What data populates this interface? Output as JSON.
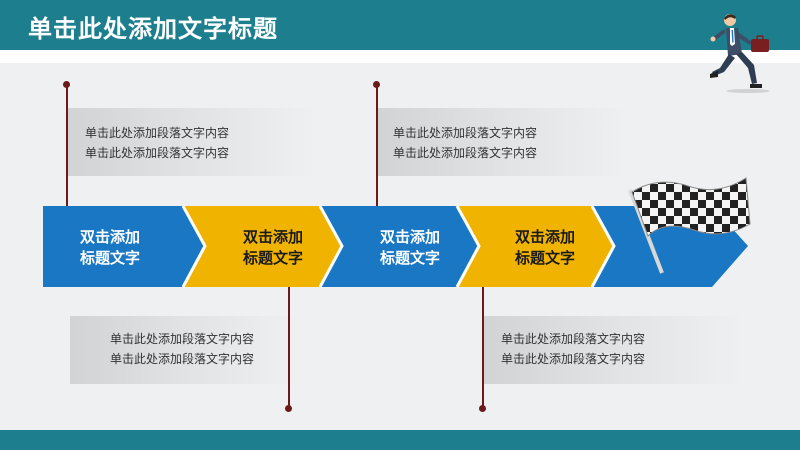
{
  "slide": {
    "title": "单击此处添加文字标题",
    "steps": [
      {
        "label_line1": "双击添加",
        "label_line2": "标题文字",
        "color": "#1a77c4"
      },
      {
        "label_line1": "双击添加",
        "label_line2": "标题文字",
        "color": "#f0b400"
      },
      {
        "label_line1": "双击添加",
        "label_line2": "标题文字",
        "color": "#1a77c4"
      },
      {
        "label_line1": "双击添加",
        "label_line2": "标题文字",
        "color": "#f0b400"
      }
    ],
    "callouts": [
      {
        "line1": "单击此处添加段落文字内容",
        "line2": "单击此处添加段落文字内容"
      },
      {
        "line1": "单击此处添加段落文字内容",
        "line2": "单击此处添加段落文字内容"
      },
      {
        "line1": "单击此处添加段落文字内容",
        "line2": "单击此处添加段落文字内容"
      },
      {
        "line1": "单击此处添加段落文字内容",
        "line2": "单击此处添加段落文字内容"
      }
    ]
  },
  "colors": {
    "header": "#1d7f8e",
    "blue": "#1a77c4",
    "yellow": "#f0b400",
    "connector": "#6b1a1a"
  },
  "icons": [
    "runner-businessman-icon",
    "checkered-flag-icon"
  ]
}
